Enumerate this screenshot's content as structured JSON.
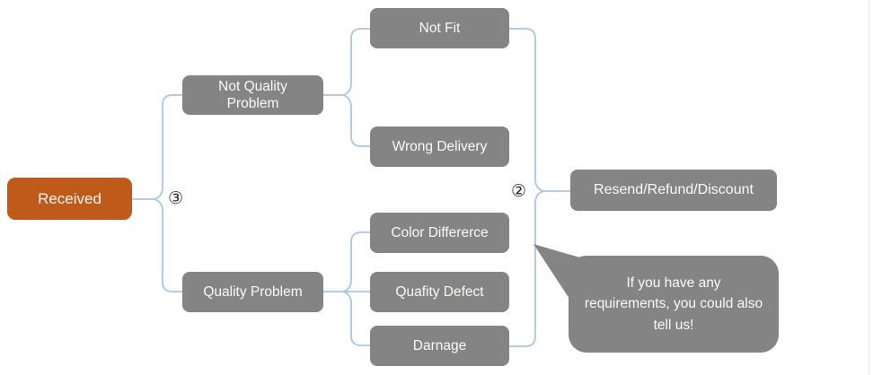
{
  "diagram": {
    "root": {
      "label": "Received"
    },
    "groups": [
      {
        "label": "Not Quality Problem",
        "children": [
          {
            "label": "Not Fit"
          },
          {
            "label": "Wrong Delivery"
          }
        ]
      },
      {
        "label": "Quality Problem",
        "children": [
          {
            "label": "Color Differerce"
          },
          {
            "label": "Quafity Defect"
          },
          {
            "label": "Darnage"
          }
        ]
      }
    ],
    "outcome": {
      "label": "Resend/Refund/Discount"
    },
    "markers": {
      "received_branch": "③",
      "outcome_branch": "②"
    },
    "callout": {
      "text": "If you have any requirements, you could also tell us!"
    },
    "colors": {
      "root_fill": "#c05a1b",
      "node_fill": "#848484",
      "connector": "#a9c6e8",
      "node_text": "#fbf9f7"
    }
  }
}
